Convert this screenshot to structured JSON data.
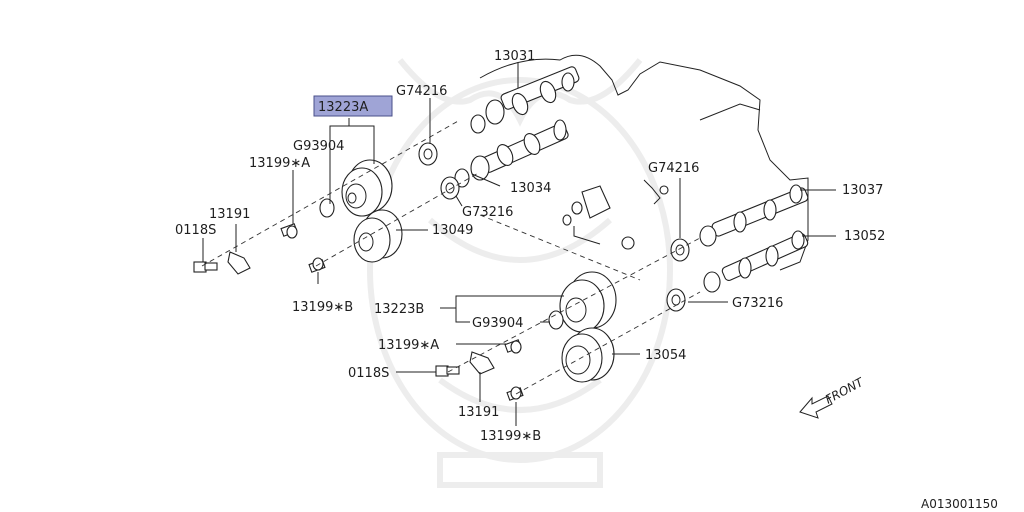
{
  "diagram_id": "A013001150",
  "front_label": "FRONT",
  "labels": {
    "p13031": "13031",
    "p13223a": "13223A",
    "g74216_top": "G74216",
    "g93904_top": "G93904",
    "p13199a_top": "13199∗A",
    "p13191_top": "13191",
    "p0118s_top": "0118S",
    "p13034": "13034",
    "g73216_top": "G73216",
    "p13049": "13049",
    "p13199b_top": "13199∗B",
    "g74216_right": "G74216",
    "p13037": "13037",
    "p13052": "13052",
    "g73216_right": "G73216",
    "p13223b": "13223B",
    "g93904_bottom": "G93904",
    "p13054": "13054",
    "p13199a_bottom": "13199∗A",
    "p0118s_bottom": "0118S",
    "p13191_bottom": "13191",
    "p13199b_bottom": "13199∗B"
  },
  "colors": {
    "highlight": "#9fa4d6",
    "line": "#222222",
    "watermark": "#ededed"
  }
}
